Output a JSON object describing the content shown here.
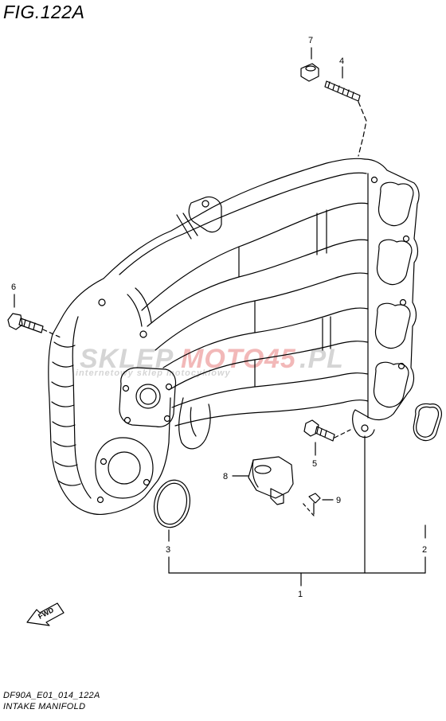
{
  "figure": {
    "title": "FIG.122A",
    "code": "DF90A_E01_014_122A",
    "name": "INTAKE MANIFOLD"
  },
  "callouts": [
    {
      "id": "1",
      "label": "1"
    },
    {
      "id": "2",
      "label": "2"
    },
    {
      "id": "3",
      "label": "3"
    },
    {
      "id": "4",
      "label": "4"
    },
    {
      "id": "5",
      "label": "5"
    },
    {
      "id": "6",
      "label": "6"
    },
    {
      "id": "7",
      "label": "7"
    },
    {
      "id": "8",
      "label": "8"
    },
    {
      "id": "9",
      "label": "9"
    }
  ],
  "watermark": {
    "part1": "SKLEP",
    "part2": "MOTO",
    "part3": "45",
    "part4": ".PL",
    "tagline": "internetowy sklep motocyklowy"
  },
  "direction_arrow": {
    "label": "FWD",
    "icon": "fwd-arrow-icon"
  },
  "colors": {
    "line": "#000000",
    "watermark_gray": "#d5d5d5",
    "watermark_red": "#f2b8b8"
  }
}
